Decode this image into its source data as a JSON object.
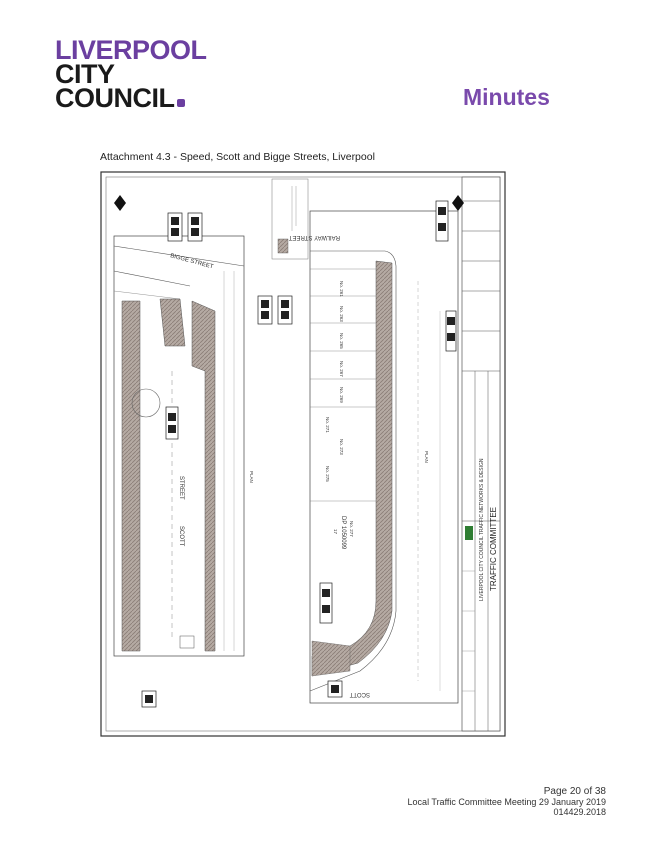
{
  "header": {
    "logo_line1": "LIVERPOOL",
    "logo_line2": "CITY",
    "logo_line3": "COUNCIL",
    "doc_title": "Minutes"
  },
  "caption": "Attachment 4.3 - Speed, Scott and Bigge Streets, Liverpool",
  "drawing": {
    "street_bigge": "BIGGE STREET",
    "street_scott": "SCOTT",
    "street_street": "STREET",
    "street_railway": "RAILWAY STREET",
    "street_scott_bottom": "SCOTT",
    "lot_no261": "No. 261",
    "lot_no263": "No. 263",
    "lot_no265": "No. 265",
    "lot_no267": "No. 267",
    "lot_no269": "No. 269",
    "lot_no271": "No. 271",
    "lot_no273": "No. 273",
    "lot_no275": "No. 275",
    "lot_no277": "No. 277",
    "lot_17": "17",
    "lot_dp": "DP 1050099",
    "plan_label": "PLAN",
    "plan_label2": "PLAN",
    "council_text": "LIVERPOOL CITY COUNCIL TRAFFIC NETWORKS & DESIGN",
    "committee": "TRAFFIC COMMITTEE"
  },
  "footer": {
    "page": "Page 20 of 38",
    "meeting": "Local Traffic Committee Meeting 29 January 2019",
    "ref": "014429.2018"
  },
  "colors": {
    "brand_purple": "#6b3fa0",
    "hatch": "#a89a92"
  }
}
